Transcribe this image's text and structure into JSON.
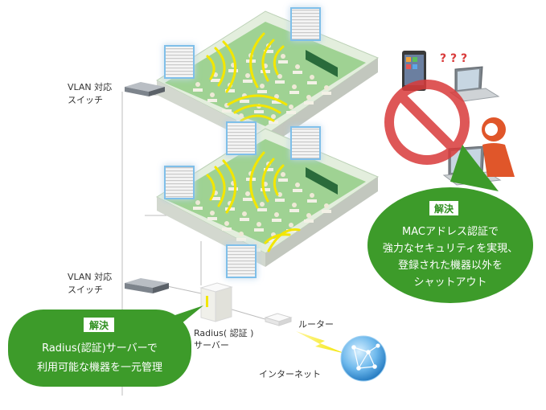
{
  "labels": {
    "vlan_switch_top_line1": "VLAN 対応",
    "vlan_switch_top_line2": "スイッチ",
    "vlan_switch_bottom_line1": "VLAN 対応",
    "vlan_switch_bottom_line2": "スイッチ",
    "radius_server_line1": "Radius( 認証 )",
    "radius_server_line2": "サーバー",
    "router": "ルーター",
    "internet": "インターネット",
    "question_marks": "? ? ?"
  },
  "callout_right": {
    "badge": "解決",
    "line1": "MACアドレス認証で",
    "line2": "強力なセキュリティを実現、",
    "line3": "登録された機器以外を",
    "line4": "シャットアウト"
  },
  "callout_left": {
    "badge": "解決",
    "line1": "Radius(認証)サーバーで",
    "line2": "利用可能な機器を一元管理"
  },
  "colors": {
    "callout_green": "#3d9b2a",
    "prohibit_red": "#d93a3a",
    "signal_yellow": "#f3e600",
    "floor_green": "#8fc98a",
    "ap_glow": "#5fb8f2"
  },
  "icons": [
    "switch-icon",
    "access-point-icon",
    "server-icon",
    "router-icon",
    "internet-globe-icon",
    "tablet-icon",
    "laptop-icon",
    "person-icon",
    "prohibited-icon"
  ]
}
